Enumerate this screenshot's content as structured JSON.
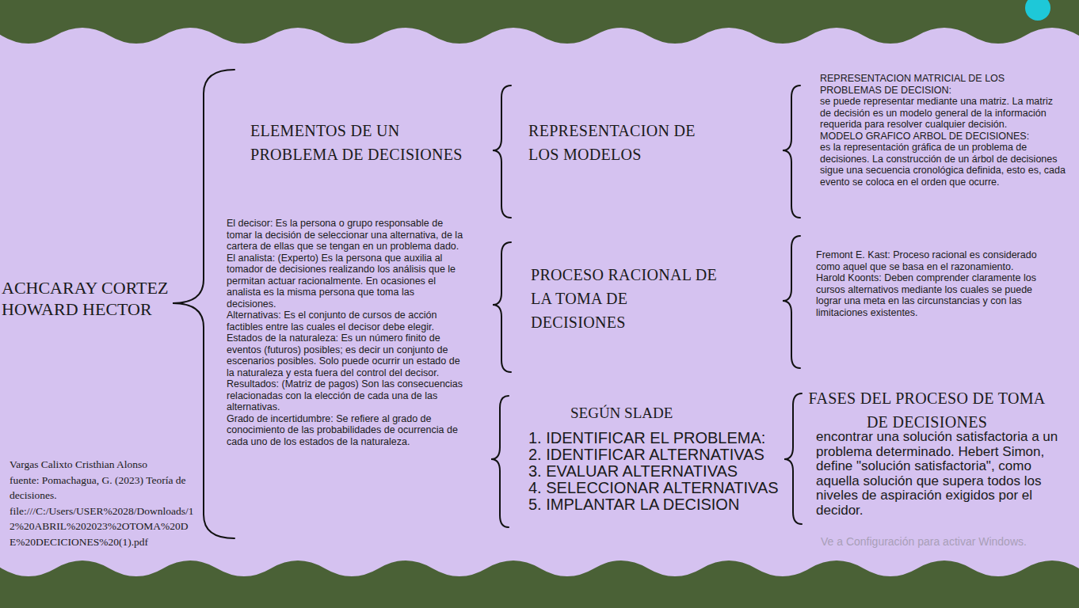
{
  "diagram": {
    "labels": [
      "ACHCARAY CORTEZ HOWARD HECTOR",
      "ELEMENTOS DE UN PROBLEMA DE DECISIONES",
      "El decisor: Es la persona o grupo responsable de tomar la decisión de seleccionar una alternativa, de la cartera de ellas que se tengan en un problema dado.",
      "El analista: (Experto) Es la persona que auxilia al tomador de decisiones realizando los análisis que le permitan actuar racionalmente. En ocasiones el analista es la misma persona que toma las decisiones.",
      "Alternativas: Es el conjunto de cursos de acción factibles entre las cuales el decisor debe elegir.",
      "Estados de la naturaleza: Es un número finito de eventos (futuros) posibles; es decir un conjunto de escenarios posibles. Solo puede ocurrir un estado de la naturaleza y esta fuera del control del decisor.",
      "Resultados: (Matriz de pagos) Son las consecuencias relacionadas con la elección de cada una de las alternativas.",
      "Grado de incertidumbre: Se refiere al grado de conocimiento de las probabilidades de ocurrencia de cada uno de los estados de la naturaleza.",
      "REPRESENTACION DE LOS MODELOS",
      "REPRESENTACION MATRICIAL DE LOS PROBLEMAS DE DECISION:",
      "se puede representar mediante una matriz. La matriz de decisión es un modelo general de la información requerida para resolver cualquier decisión.",
      "MODELO GRAFICO ARBOL DE DECISIONES:",
      "es la representación gráfica de un problema de decisiones. La construcción de un árbol de decisiones sigue una secuencia cronológica definida, esto es, cada evento se coloca en el orden que ocurre.",
      "PROCESO RACIONAL DE LA TOMA DE DECISIONES",
      "Fremont E. Kast: Proceso racional es considerado como aquel que se basa en el razonamiento.",
      "Harold Koonts: Deben comprender claramente los cursos alternativos mediante los cuales se puede lograr una meta en las circunstancias y con las limitaciones existentes.",
      "SEGÚN SLADE",
      "1. IDENTIFICAR EL PROBLEMA:",
      "2. IDENTIFICAR ALTERNATIVAS",
      "3. EVALUAR ALTERNATIVAS",
      "4. SELECCIONAR ALTERNATIVAS",
      "5. IMPLANTAR LA DECISION",
      "FASES DEL PROCESO DE TOMA DE DECISIONES",
      "encontrar una solución satisfactoria a un problema determinado. Hebert Simon, define \"solución satisfactoria\", como aquella solución que supera todos los niveles de aspiración exigidos por el decidor.",
      "Vargas Calixto Cristhian Alonso",
      "fuente: Pomachagua, G. (2023) Teoría de decisiones.",
      "file:///C:/Users/USER%2028/Downloads/12%20ABRIL%202023%2OTOMA%20DE%20DECICIONES%20(1).pdf",
      "Ve a Configuración para activar Windows."
    ]
  }
}
